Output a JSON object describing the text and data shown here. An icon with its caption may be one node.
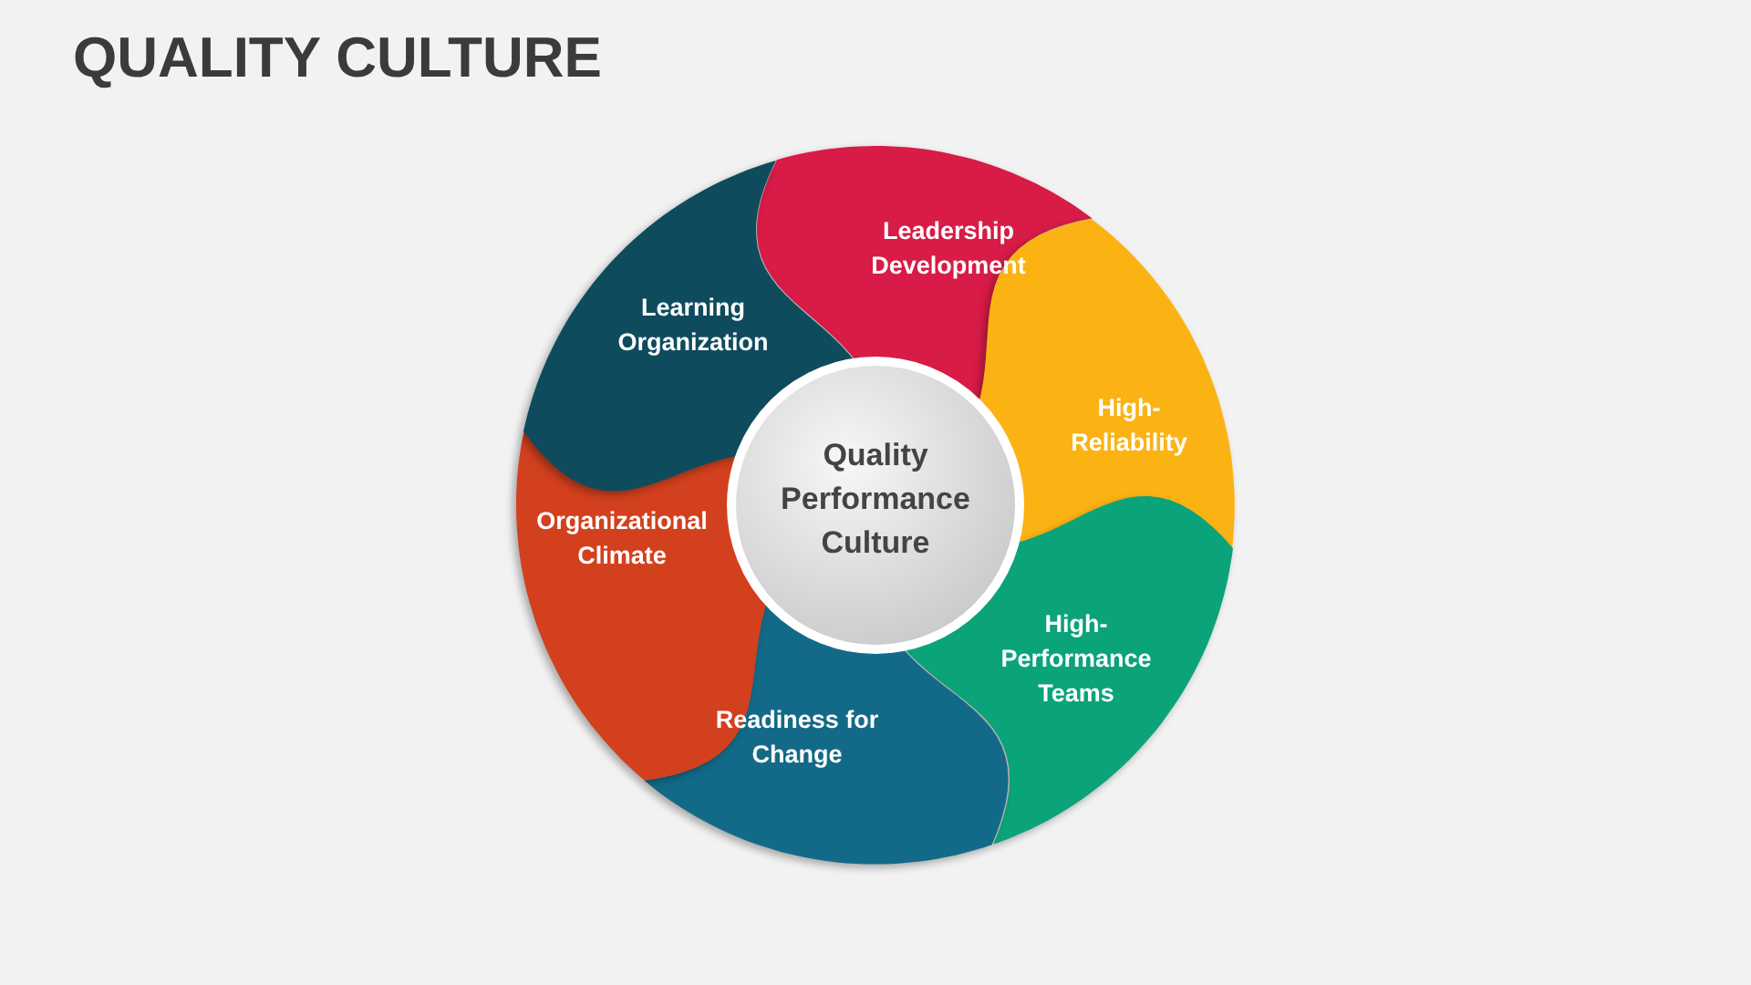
{
  "diagram": {
    "title": "QUALITY CULTURE",
    "nodes": [
      {
        "text": [
          "Leadership Development"
        ]
      },
      {
        "text": [
          "High-Reliability"
        ]
      },
      {
        "text": [
          "High-Performance Teams"
        ]
      },
      {
        "text": [
          "Readiness for Change"
        ]
      },
      {
        "text": [
          "Organizational Climate"
        ]
      },
      {
        "text": [
          "Learning Organization"
        ]
      },
      {
        "text": [
          "Quality Performance Culture"
        ]
      }
    ]
  }
}
